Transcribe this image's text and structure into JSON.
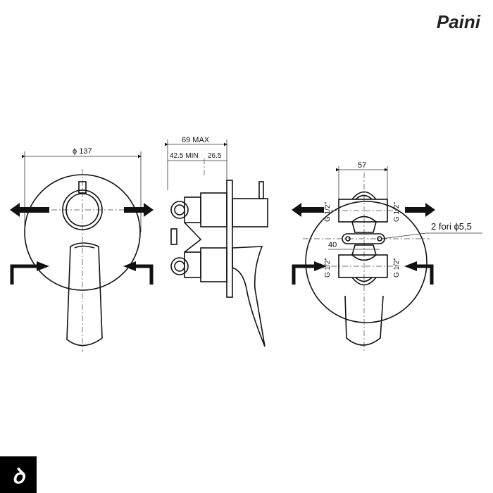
{
  "brand": {
    "logo_text": "Paini",
    "badge_text": "ර"
  },
  "front_view": {
    "diameter_label": "ϕ 137"
  },
  "side_view": {
    "max_label": "69 MAX",
    "min_label": "42.5 MIN",
    "depth_label": "26.5"
  },
  "rear_view": {
    "width_label": "57",
    "holes_label": "2  fori  ϕ5,5",
    "spacing_label": "40",
    "thread_labels": [
      "G 1/2\"",
      "G 1/2\"",
      "G 1/2\"",
      "G 1/2\""
    ]
  }
}
